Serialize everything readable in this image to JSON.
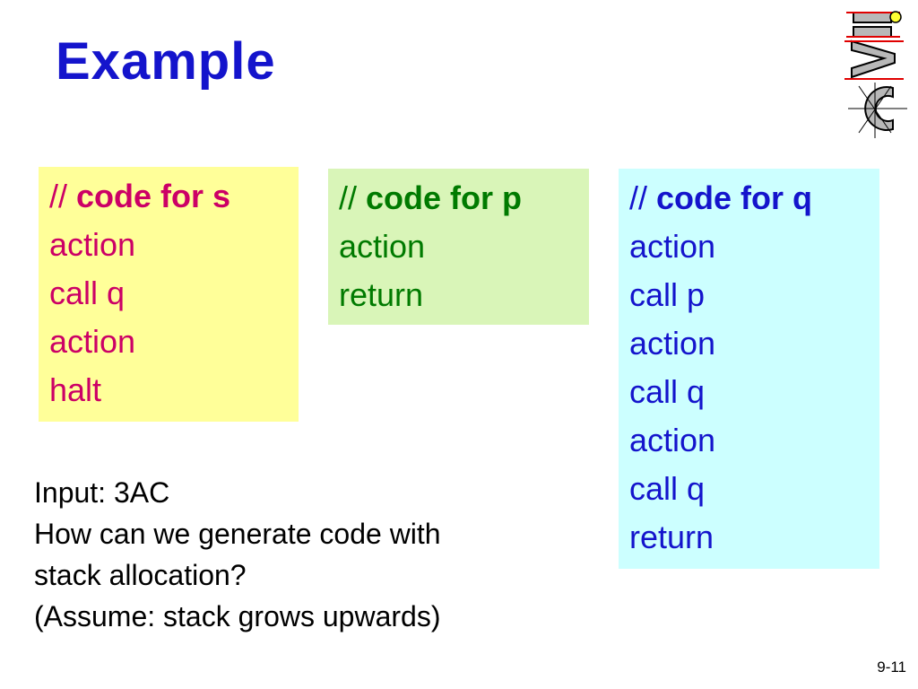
{
  "slide": {
    "title": "Example",
    "page_number": "9-11"
  },
  "colors": {
    "title": "#1414cc",
    "box_s_bg": "#ffff99",
    "box_s_text": "#cc0066",
    "box_p_bg": "#d9f5b8",
    "box_p_text": "#007a00",
    "box_q_bg": "#ccffff",
    "box_q_text": "#1414cc"
  },
  "logo": {
    "icon": "iaic-logo-icon",
    "letters": [
      "I",
      "A",
      "C"
    ]
  },
  "code_blocks": {
    "s": {
      "comment_prefix": "//",
      "header": "code for s",
      "lines": [
        "action",
        "call q",
        "action",
        "halt"
      ]
    },
    "p": {
      "comment_prefix": "//",
      "header": "code for p",
      "lines": [
        "action",
        "return"
      ]
    },
    "q": {
      "comment_prefix": "//",
      "header": "code for q",
      "lines": [
        "action",
        "call p",
        "action",
        "call q",
        "action",
        "call q",
        "return"
      ]
    }
  },
  "question": {
    "lines": [
      "Input: 3AC",
      "How can we generate code with",
      "stack allocation?",
      "(Assume: stack grows upwards)"
    ]
  }
}
